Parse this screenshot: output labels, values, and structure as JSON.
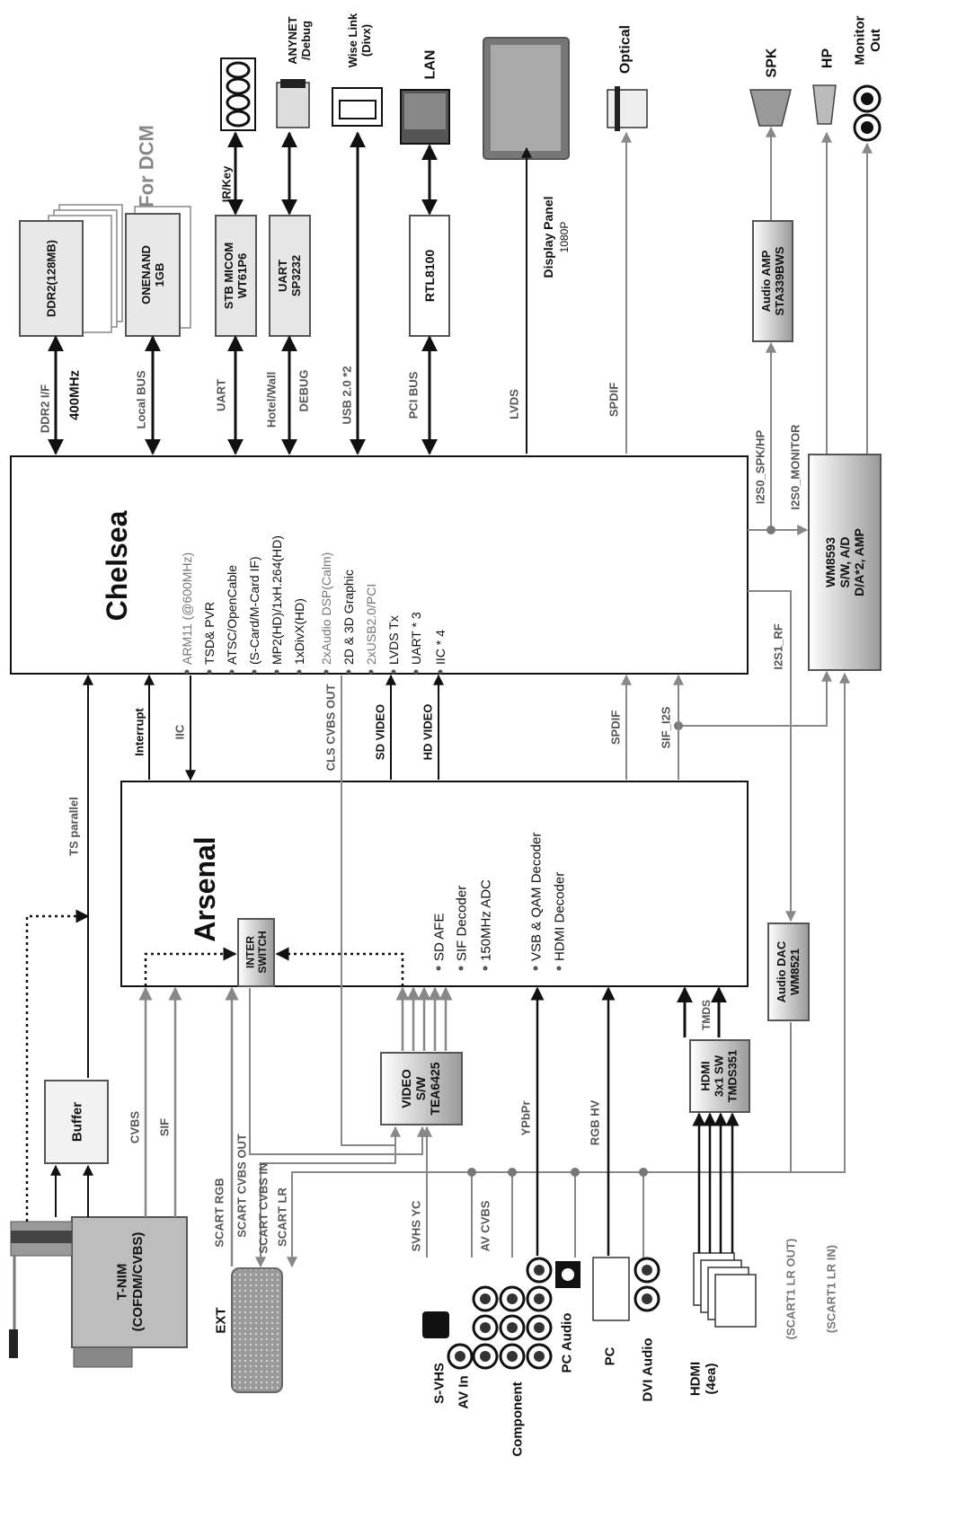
{
  "chips": {
    "chelsea": {
      "name": "Chelsea",
      "features": [
        "ARM11 (@600MHz)",
        "TSD& PVR",
        "ATSC/OpenCable",
        "(S-Card/M-Card IF)",
        "MP2(HD)/1xH.264(HD)",
        "1xDivX(HD)",
        "2xAudio DSP(Calm)",
        "2D & 3D Graphic",
        "2xUSB2.0/PCI",
        "LVDS Tx",
        "UART * 3",
        "IIC * 4"
      ]
    },
    "arsenal": {
      "name": "Arsenal",
      "features": [
        "SD AFE",
        "SIF Decoder",
        "150MHz ADC",
        "VSB & QAM Decoder",
        "HDMI Decoder"
      ],
      "inter_switch": "INTER\nSWITCH"
    },
    "ddr2": "DDR2(128MB)",
    "onenand": "ONENAND\n1GB",
    "for_dcm": "For DCM",
    "stb_micom": "STB MICOM\nWT61P6",
    "uart_chip": "UART\nSP3232",
    "rtl": "RTL8100",
    "audio_amp": "Audio AMP\nSTA339BWS",
    "wm8593": "WM8593\nS/W, A/D\nD/A*2, AMP",
    "audio_dac": "Audio DAC\nWM8521",
    "buffer": "Buffer",
    "tnim": "T-NIM\n(COFDM/CVBS)",
    "video_sw": "VIDEO\nS/W\nTEA6425",
    "hdmi_sw": "HDMI\n3x1 SW\nTMDS351"
  },
  "peripherals": {
    "ir_key": "IR/Key",
    "anynet": "ANYNET\n/Debug",
    "wise_link": "Wise Link\n(Divx)",
    "lan": "LAN",
    "display_panel": "Display Panel",
    "display_res": "1080P",
    "optical": "Optical",
    "spk": "SPK",
    "hp": "HP",
    "monitor_out": "Monitor\nOut",
    "ext": "EXT",
    "svhs": "S-VHS",
    "av_in": "AV In",
    "component": "Component",
    "pc_audio": "PC Audio",
    "pc": "PC",
    "dvi_audio": "DVI Audio",
    "hdmi": "HDMI\n(4ea)"
  },
  "buses": {
    "ddr2_if": "DDR2 I/F",
    "mhz": "400MHz",
    "local_bus": "Local BUS",
    "uart": "UART",
    "hotel_wall": "Hotel/Wall",
    "debug": "DEBUG",
    "usb": "USB 2.0 *2",
    "pci_bus": "PCI BUS",
    "lvds": "LVDS",
    "spdif_top": "SPDIF",
    "i2s0_spk": "I2S0_SPK/HP",
    "i2s0_mon": "I2S0_MONITOR",
    "i2s1_rf": "I2S1_RF",
    "interrupt": "Interrupt",
    "iic": "IIC",
    "ts_parallel": "TS parallel",
    "cls_cvbs_out": "CLS CVBS OUT",
    "sd_video": "SD VIDEO",
    "hd_video": "HD VIDEO",
    "spdif_mid": "SPDIF",
    "sif_i2s": "SIF_I2S",
    "cvbs": "CVBS",
    "sif": "SIF",
    "scart_rgb": "SCART RGB",
    "scart_cvbs_out": "SCART CVBS OUT",
    "scart_cvbs_in": "SCART CVBS IN",
    "scart_lr": "SCART LR",
    "svhs_yc": "SVHS YC",
    "av_cvbs": "AV CVBS",
    "ypbpr": "YPbPr",
    "rgb_hv": "RGB HV",
    "tmds": "TMDS",
    "scart1_lr_out": "(SCART1 LR OUT)",
    "scart1_lr_in": "(SCART1 LR IN)"
  }
}
